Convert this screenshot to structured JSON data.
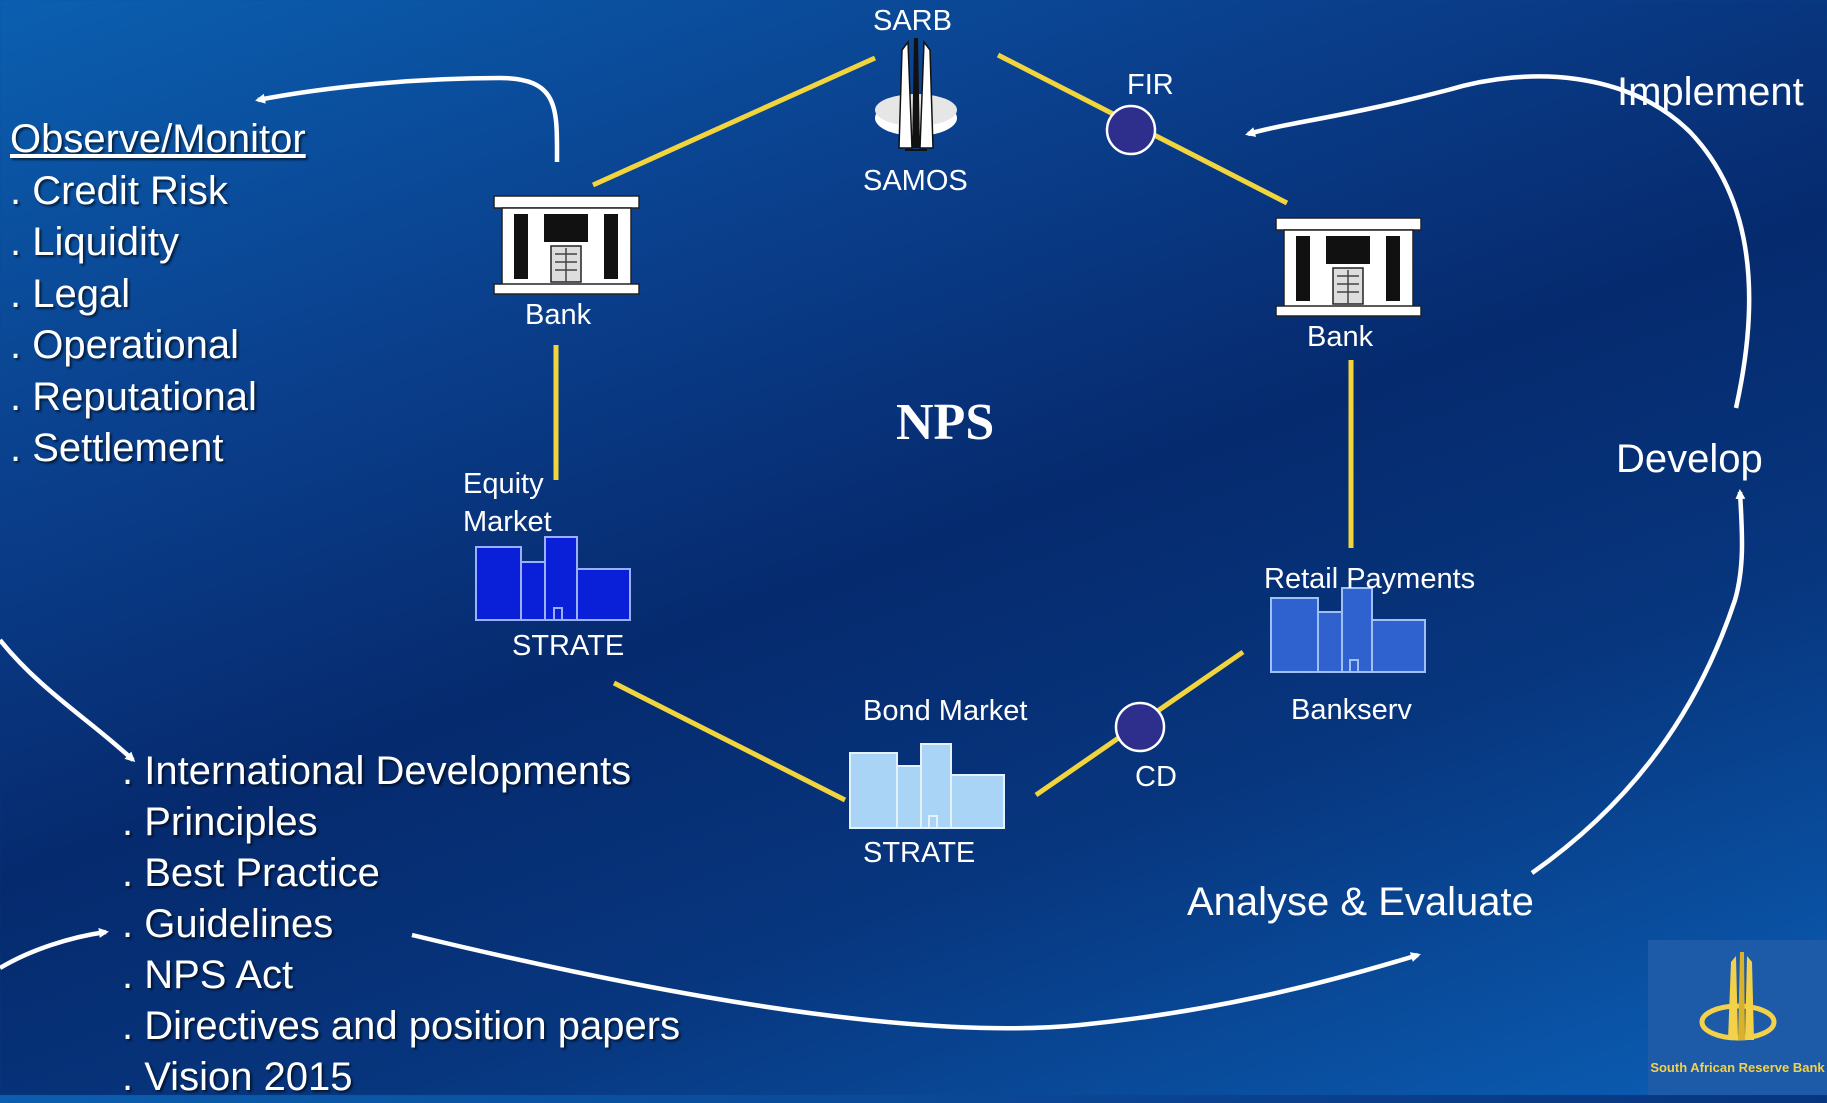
{
  "center_title": "NPS",
  "nodes": {
    "sarb": "SARB",
    "samos": "SAMOS",
    "fir": "FIR",
    "bank_left": "Bank",
    "bank_right": "Bank",
    "equity_market": [
      "Equity",
      "Market"
    ],
    "strate_left": "STRATE",
    "bond_market": "Bond Market",
    "strate_bottom": "STRATE",
    "cd": "CD",
    "retail_payments": "Retail Payments",
    "bankserv": "Bankserv"
  },
  "cycle": {
    "implement": "Implement",
    "develop": "Develop",
    "analyse": "Analyse & Evaluate"
  },
  "observe": {
    "heading": "Observe/Monitor",
    "items": [
      ". Credit Risk",
      ". Liquidity",
      ". Legal",
      ". Operational",
      ". Reputational",
      ". Settlement"
    ]
  },
  "developments": {
    "items": [
      ". International Developments",
      ". Principles",
      ". Best Practice",
      ". Guidelines",
      ". NPS Act",
      ". Directives and position papers",
      ". Vision 2015"
    ]
  },
  "logo": {
    "text": "South African Reserve Bank"
  },
  "colors": {
    "link_line": "#f2d43c",
    "arrow": "#ffffff",
    "node_circle": "#2e2f8c",
    "equity_building": "#0a1fd8",
    "retail_building": "#2f62cf",
    "bond_building": "#a9d4f5"
  }
}
